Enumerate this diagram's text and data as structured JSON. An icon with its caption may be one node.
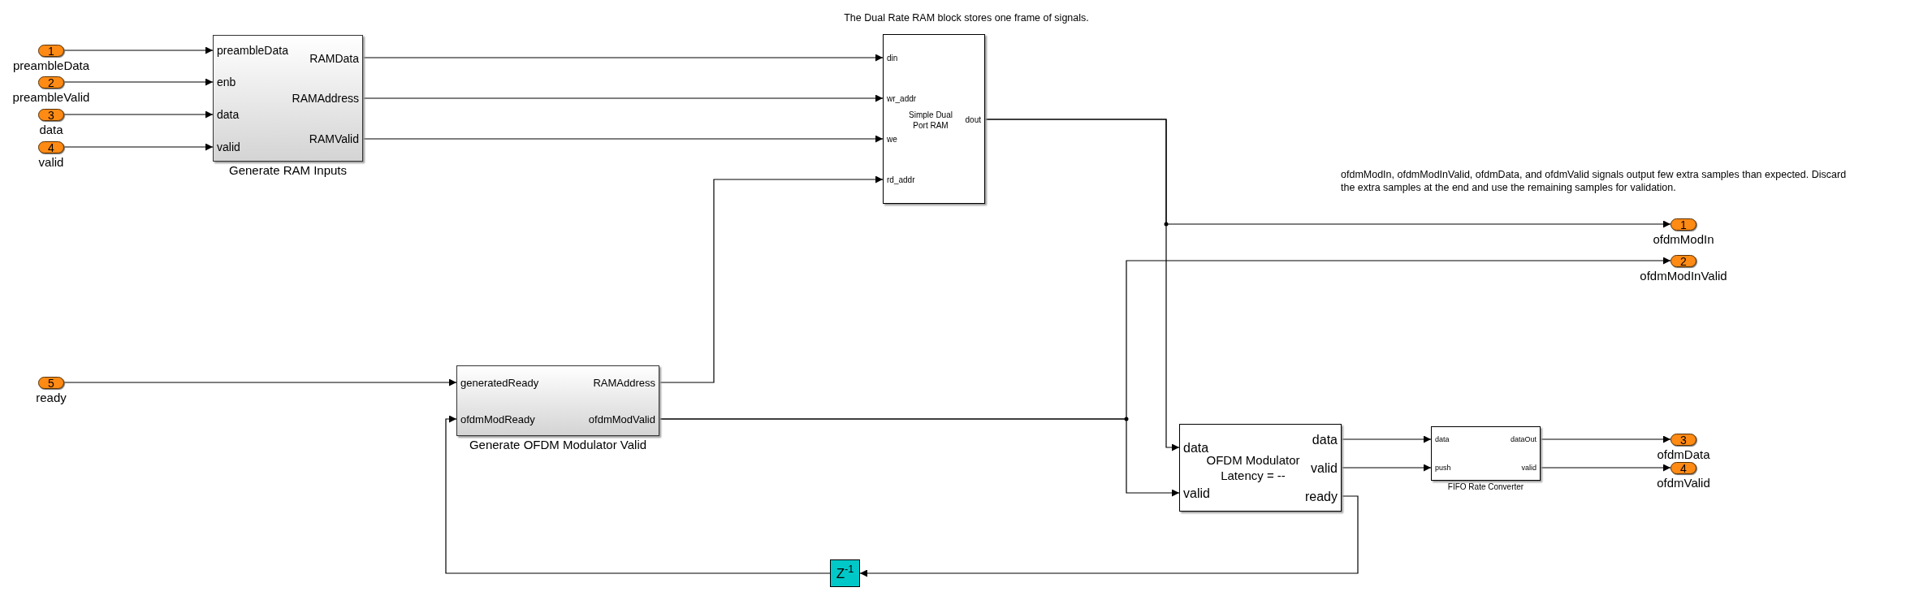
{
  "diagram": {
    "nodes": [
      {
        "text": [
          "1"
        ],
        "beside": [
          "preambleData"
        ]
      },
      {
        "text": [
          "2"
        ],
        "beside": [
          "preambleValid"
        ]
      },
      {
        "text": [
          "3"
        ],
        "beside": [
          "data"
        ]
      },
      {
        "text": [
          "4"
        ],
        "beside": [
          "valid"
        ]
      },
      {
        "text": [
          "preambleData",
          "enb",
          "data",
          "valid",
          "RAMData",
          "RAMAddress",
          "RAMValid"
        ],
        "beside": [
          "Generate RAM Inputs"
        ]
      },
      {
        "text": [
          "din",
          "wr_addr",
          "Simple Dual Port RAM",
          "dout",
          "we",
          "rd_addr"
        ]
      },
      {
        "text": [
          "1"
        ],
        "beside": [
          "ofdmModIn"
        ]
      },
      {
        "text": [
          "2"
        ],
        "beside": [
          "ofdmModInValid"
        ]
      },
      {
        "text": [
          "5"
        ],
        "beside": [
          "ready"
        ]
      },
      {
        "text": [
          "generatedReady",
          "ofdmModReady",
          "RAMAddress",
          "ofdmModValid"
        ],
        "beside": [
          "Generate OFDM Modulator Valid"
        ]
      },
      {
        "text": [
          "data",
          "valid",
          "OFDM Modulator Latency = --",
          "data",
          "valid",
          "ready"
        ]
      },
      {
        "text": [
          "data",
          "push",
          "dataOut",
          "valid"
        ],
        "beside": [
          "FIFO Rate Converter"
        ]
      },
      {
        "text": [
          "3"
        ],
        "beside": [
          "ofdmData"
        ]
      },
      {
        "text": [
          "4"
        ],
        "beside": [
          "ofdmValid"
        ]
      },
      {
        "text": [
          "Z$^{-1}$"
        ]
      }
    ],
    "edges": [
      {
        "from": 0,
        "to": 4,
        "arrow": "to"
      },
      {
        "from": 1,
        "to": 4,
        "arrow": "to"
      },
      {
        "from": 2,
        "to": 4,
        "arrow": "to"
      },
      {
        "from": 3,
        "to": 4,
        "arrow": "to"
      },
      {
        "from": 4,
        "to": 5,
        "arrow": "to"
      },
      {
        "from": 4,
        "to": 5,
        "arrow": "to"
      },
      {
        "from": 4,
        "to": 5,
        "arrow": "to"
      },
      {
        "from": 8,
        "to": 9,
        "arrow": "to"
      },
      {
        "from": 9,
        "to": 5,
        "arrow": "to"
      },
      {
        "from": 5,
        "to": 6,
        "arrow": "to"
      },
      {
        "from": 5,
        "to": 10,
        "arrow": "to"
      },
      {
        "from": 9,
        "to": 7,
        "arrow": "to"
      },
      {
        "from": 9,
        "to": 10,
        "arrow": "to"
      },
      {
        "from": 10,
        "to": 11,
        "arrow": "to"
      },
      {
        "from": 10,
        "to": 11,
        "arrow": "to"
      },
      {
        "from": 11,
        "to": 12,
        "arrow": "to"
      },
      {
        "from": 11,
        "to": 13,
        "arrow": "to"
      },
      {
        "from": 10,
        "to": 14,
        "arrow": "to"
      },
      {
        "from": 14,
        "to": 9,
        "arrow": "to"
      }
    ],
    "labels": [
      "The Dual Rate RAM block stores one frame of signals.",
      "ofdmModIn, ofdmModInValid, ofdmData, and ofdmValid signals output few extra samples than expected. Discard the extra samples at the end and use the remaining samples for validation."
    ]
  }
}
